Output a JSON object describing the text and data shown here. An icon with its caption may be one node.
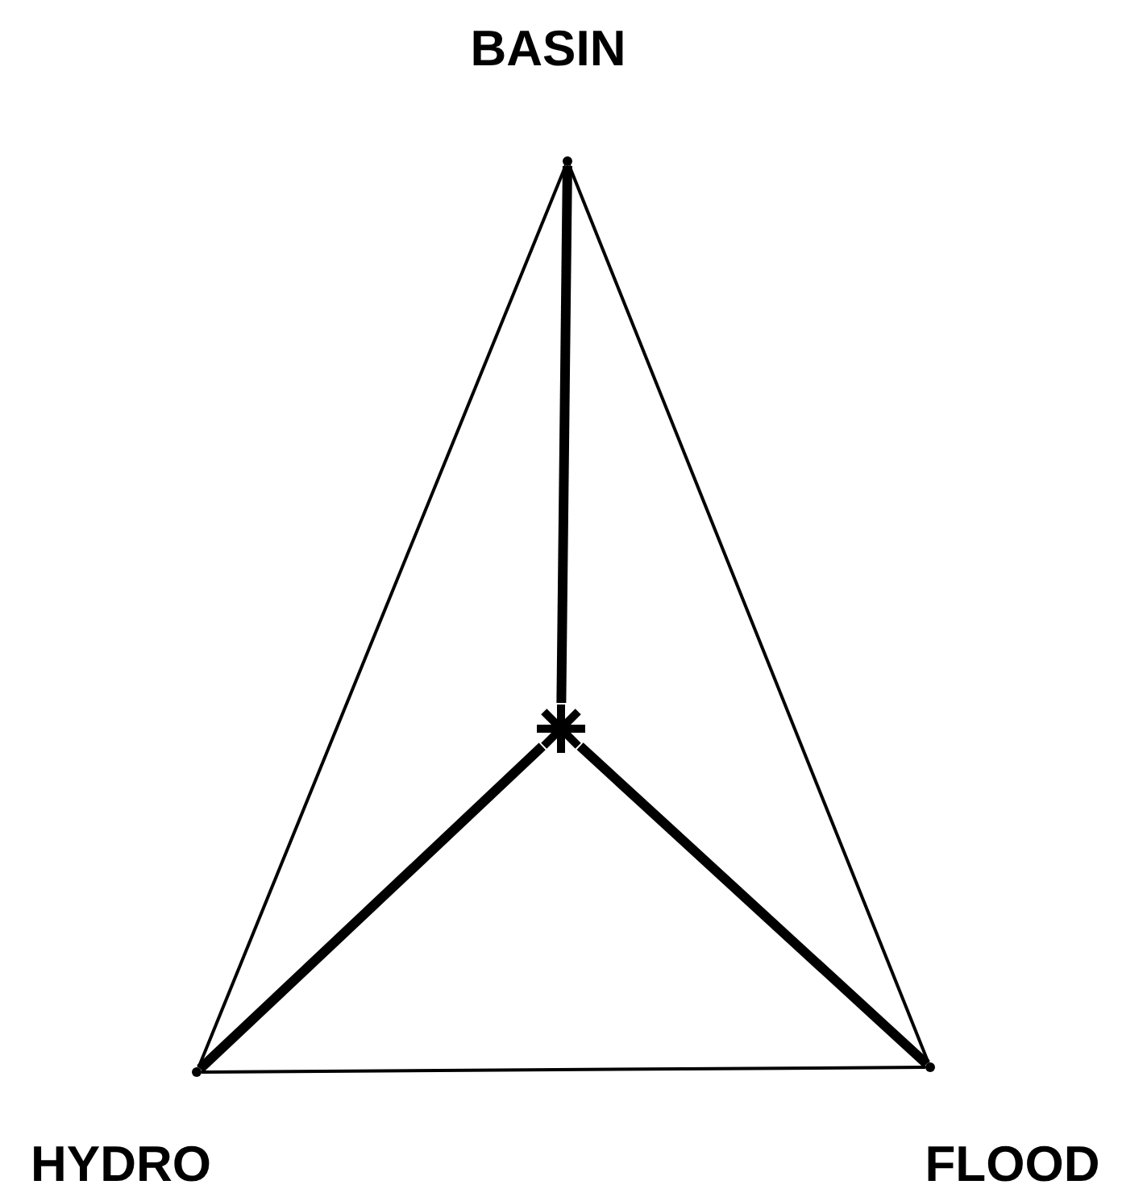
{
  "diagram": {
    "nodes": [
      {
        "text": [],
        "shape": "point",
        "beside": [
          "BASIN"
        ]
      },
      {
        "text": [],
        "shape": "star"
      },
      {
        "text": [],
        "shape": "point",
        "beside": [
          "HYDRO"
        ]
      },
      {
        "text": [],
        "shape": "point",
        "beside": [
          "FLOOD"
        ]
      }
    ],
    "edges": [
      {
        "from": 0,
        "to": 2,
        "arrow": "none"
      },
      {
        "from": 0,
        "to": 3,
        "arrow": "none"
      },
      {
        "from": 2,
        "to": 3,
        "arrow": "none"
      },
      {
        "from": 1,
        "to": 0,
        "arrow": "none",
        "style": "thick"
      },
      {
        "from": 1,
        "to": 2,
        "arrow": "none",
        "style": "thick"
      },
      {
        "from": 1,
        "to": 3,
        "arrow": "none",
        "style": "thick"
      }
    ]
  }
}
